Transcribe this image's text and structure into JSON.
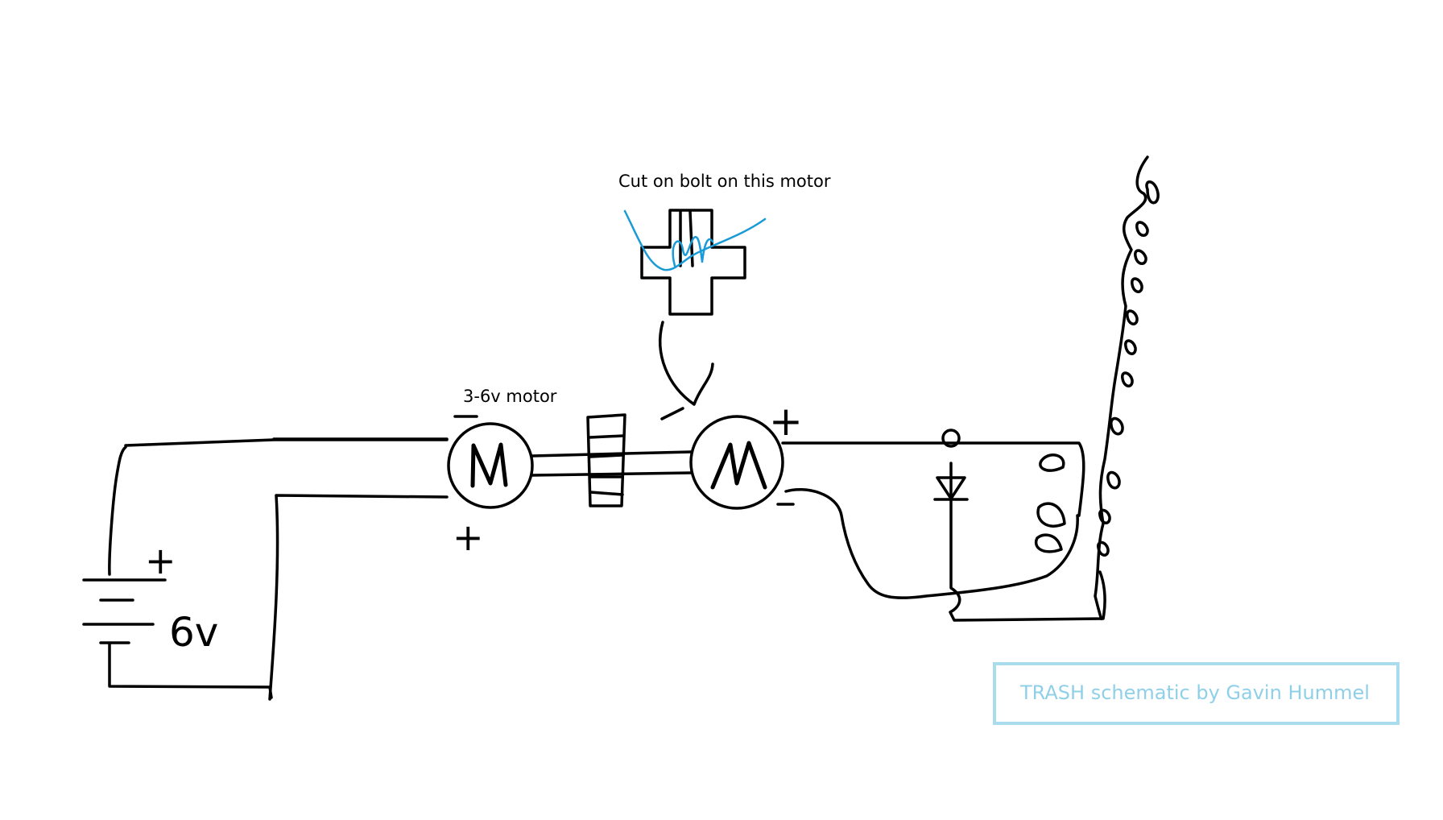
{
  "labels": {
    "cut_note": "Cut on bolt on this motor",
    "motor_label": "3-6v motor",
    "battery_label": "6v",
    "plus": "+",
    "minus": "-",
    "credit": "TRASH schematic by Gavin Hummel"
  },
  "colors": {
    "ink": "#000000",
    "annotation_blue": "#1a9bd7",
    "credit_text": "#8fd0e8",
    "credit_border": "#a9dcec"
  }
}
